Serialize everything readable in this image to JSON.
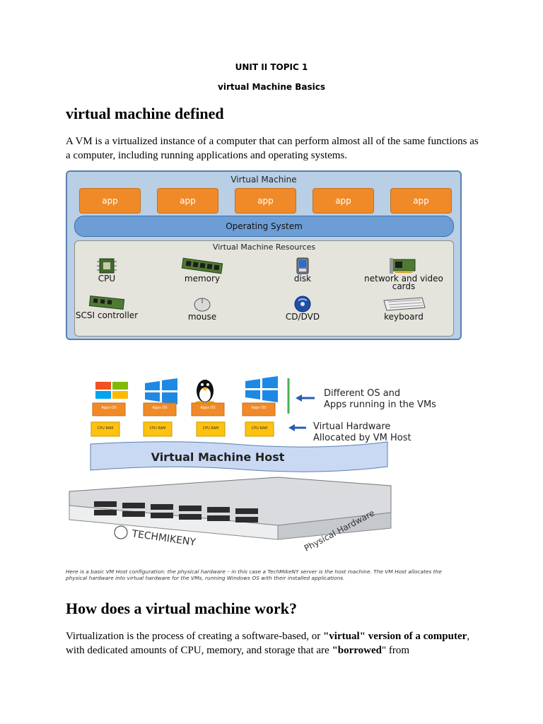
{
  "header": {
    "unit": "UNIT II TOPIC 1",
    "subtitle": "virtual Machine Basics"
  },
  "section1": {
    "heading": "virtual machine defined",
    "paragraph": "A VM is a virtualized instance of a computer that can perform almost all of the same functions as a computer, including running applications and operating systems."
  },
  "diagram1": {
    "title": "Virtual Machine",
    "apps": [
      "app",
      "app",
      "app",
      "app",
      "app"
    ],
    "os": "Operating System",
    "resources_title": "Virtual Machine Resources",
    "resources": [
      {
        "label": "CPU",
        "icon": "cpu-icon"
      },
      {
        "label": "memory",
        "icon": "memory-icon"
      },
      {
        "label": "disk",
        "icon": "disk-icon"
      },
      {
        "label": "network and video cards",
        "icon": "network-card-icon"
      },
      {
        "label": "SCSI controller",
        "icon": "scsi-controller-icon"
      },
      {
        "label": "mouse",
        "icon": "mouse-icon"
      },
      {
        "label": "CD/DVD",
        "icon": "cd-dvd-icon"
      },
      {
        "label": "keyboard",
        "icon": "keyboard-icon"
      }
    ],
    "colors": {
      "app": "#f08a28",
      "os": "#6d9dd5",
      "frame": "#b8cfe6",
      "resources": "#e4e3dc"
    }
  },
  "diagram2": {
    "os_labels": [
      "Apps OS",
      "Apps OS",
      "Apps OS",
      "Apps OS"
    ],
    "hw_labels": [
      "CPU RAM",
      "CPU RAM",
      "CPU RAM",
      "CPU RAM"
    ],
    "annotation1": "Different OS and Apps running in the VMs",
    "annotation2": "Virtual Hardware Allocated by VM Host",
    "host_banner": "Virtual Machine Host",
    "physical": "Physical Hardware",
    "brand": "TECHMIKENY",
    "caption": "Here is a basic VM Host configuration: the physical hardware – in this case a TechMikeNY server is the host machine. The VM Host allocates the physical hardware into virtual hardware for the VMs, running Windows OS with their installed applications."
  },
  "section2": {
    "heading": "How does a virtual machine work?",
    "p_text1": "Virtualization is the process of creating a software-based, or ",
    "p_bold1": "\"virtual\" version of a computer",
    "p_text2": ", with dedicated amounts of CPU, memory, and storage that are ",
    "p_bold2": "\"borrowed",
    "p_text3": "\" from"
  }
}
